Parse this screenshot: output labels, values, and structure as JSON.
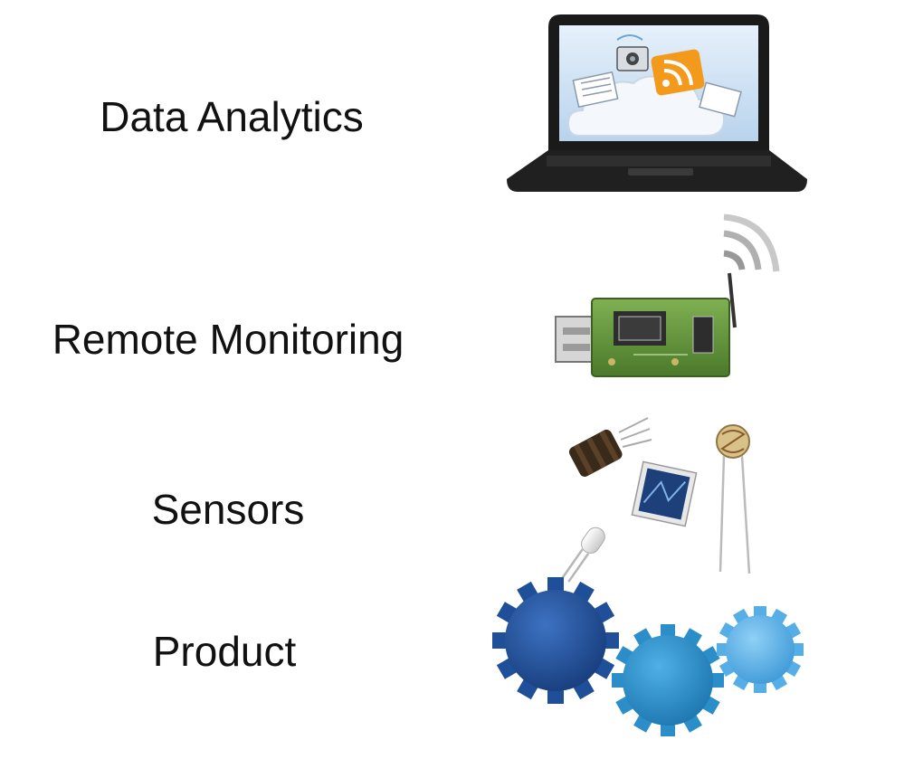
{
  "layers": [
    {
      "label": "Data Analytics",
      "icon": "laptop-cloud-icon"
    },
    {
      "label": "Remote Monitoring",
      "icon": "usb-wireless-module-icon"
    },
    {
      "label": "Sensors",
      "icon": "sensor-components-icon"
    },
    {
      "label": "Product",
      "icon": "gears-icon"
    }
  ],
  "colors": {
    "gear_dark": "#1f4f98",
    "gear_mid": "#2c8ec9",
    "gear_light": "#56aee6",
    "pcb_green": "#5f8f3a",
    "laptop_black": "#1a1a1a",
    "screen_blue": "#cfe2f4",
    "accent_orange": "#f39a1d"
  }
}
